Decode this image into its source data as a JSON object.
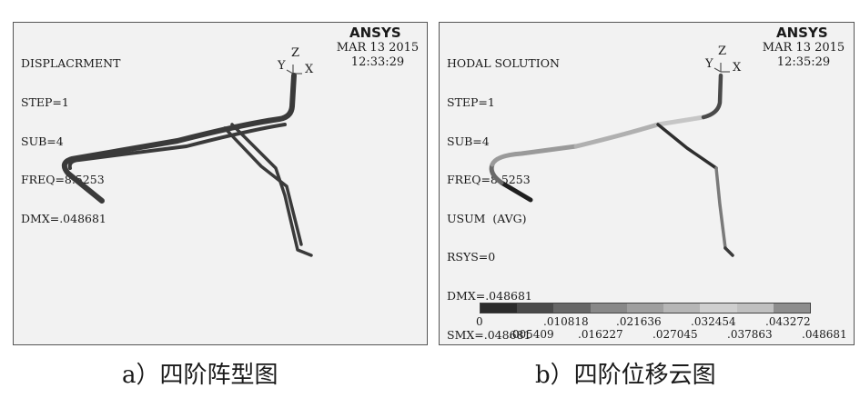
{
  "panel_a": {
    "brand": "ANSYS",
    "date": "MAR 13 2015",
    "time": "12:33:29",
    "info_lines": [
      "DISPLACRMENT",
      "STEP=1",
      "SUB=4",
      "FREQ=8.5253",
      "DMX=.048681"
    ],
    "axes": {
      "z": "Z",
      "y": "Y",
      "x": "X"
    },
    "caption": "a）四阶阵型图"
  },
  "panel_b": {
    "brand": "ANSYS",
    "date": "MAR 13 2015",
    "time": "12:35:29",
    "info_lines": [
      "HODAL SOLUTION",
      "STEP=1",
      "SUB=4",
      "FREQ=8.5253",
      "USUM  (AVG)",
      "RSYS=0",
      "DMX=.048681",
      "SMX=.048681"
    ],
    "axes": {
      "z": "Z",
      "y": "Y",
      "x": "X"
    },
    "legend": {
      "colors": [
        "#2b2b2b",
        "#4a4a4a",
        "#666666",
        "#888888",
        "#9f9f9f",
        "#b6b6b6",
        "#cfcfcf",
        "#c0c0c0",
        "#8d8d8d"
      ],
      "top_labels": [
        "0",
        ".010818",
        ".021636",
        ".032454",
        ".043272"
      ],
      "bottom_labels": [
        ".005409",
        ".016227",
        ".027045",
        ".037863",
        ".048681"
      ]
    },
    "caption": "b）四阶位移云图"
  }
}
